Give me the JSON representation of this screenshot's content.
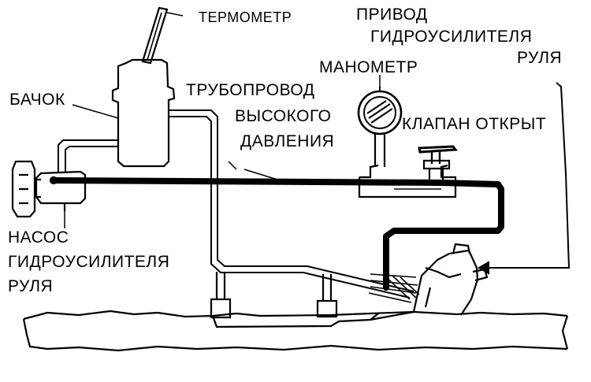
{
  "labels": {
    "thermometer": "ТЕРМОМЕТР",
    "actuator_line1": "ПРИВОД",
    "actuator_line2": "ГИДРОУСИЛИТЕЛЯ",
    "actuator_line3": "РУЛЯ",
    "manometer": "МАНОМЕТР",
    "reservoir": "БАЧОК",
    "pipe_line1": "ТРУБОПРОВОД",
    "pipe_line2": "ВЫСОКОГО",
    "pipe_line3": "ДАВЛЕНИЯ",
    "valve_open": "КЛАПАН ОТКРЫТ",
    "pump_line1": "НАСОС",
    "pump_line2": "ГИДРОУСИЛИТЕЛЯ",
    "pump_line3": "РУЛЯ"
  },
  "colors": {
    "ink": "#000000",
    "paper": "#ffffff"
  }
}
